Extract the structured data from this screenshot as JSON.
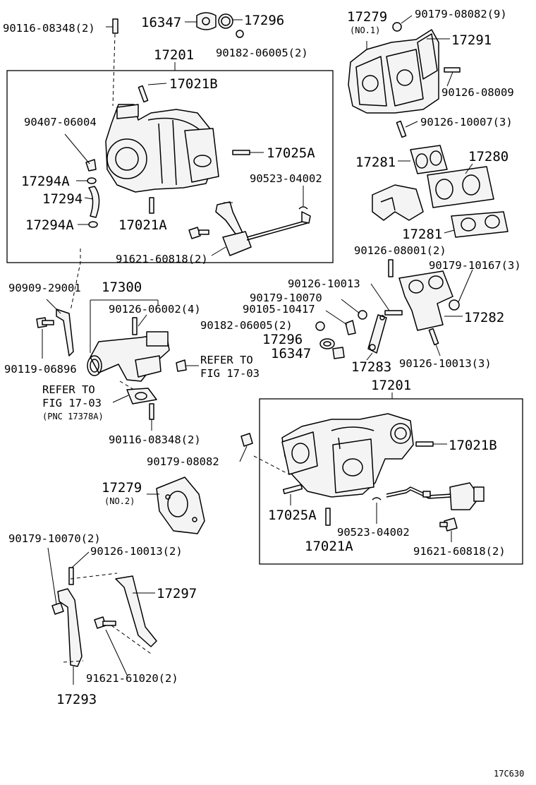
{
  "figure_code": "17C630",
  "groups": {
    "box_top": "17201",
    "box_bottom": "17201",
    "elbow": "17300"
  },
  "labels": {
    "p_90116_08348_top": "90116-08348(2)",
    "p_16347_top": "16347",
    "p_17296_top": "17296",
    "p_90182_06005_top": "90182-06005(2)",
    "p_17279_no1": "17279",
    "p_17279_no1_note": "(NO.1)",
    "p_90179_08082_9": "90179-08082(9)",
    "p_17291": "17291",
    "p_90126_08009": "90126-08009",
    "p_90126_10007_3": "90126-10007(3)",
    "p_17021b_top": "17021B",
    "p_90407_06004": "90407-06004",
    "p_17025a_top": "17025A",
    "p_90523_04002_top": "90523-04002",
    "p_17294a_1": "17294A",
    "p_17294": "17294",
    "p_17294a_2": "17294A",
    "p_17021a_top": "17021A",
    "p_91621_60818_top": "91621-60818(2)",
    "p_17281_a": "17281",
    "p_17280": "17280",
    "p_17281_b": "17281",
    "p_90126_08001_2": "90126-08001(2)",
    "p_90179_10167_3": "90179-10167(3)",
    "p_90909_29001": "90909-29001",
    "p_90126_06002_4": "90126-06002(4)",
    "p_90126_10013": "90126-10013",
    "p_90179_10070": "90179-10070",
    "p_90105_10417": "90105-10417",
    "p_17282": "17282",
    "p_90182_06005_mid": "90182-06005(2)",
    "p_17296_mid": "17296",
    "p_16347_mid": "16347",
    "p_17283": "17283",
    "p_90126_10013_3": "90126-10013(3)",
    "p_90119_06896": "90119-06896",
    "refer_right_1": "REFER TO",
    "refer_right_2": "FIG 17-03",
    "refer_left_1": "REFER TO",
    "refer_left_2": "FIG 17-03",
    "refer_left_3": "(PNC 17378A)",
    "p_90116_08348_mid": "90116-08348(2)",
    "p_90179_08082": "90179-08082",
    "p_17021b_bottom": "17021B",
    "p_17279_no2": "17279",
    "p_17279_no2_note": "(NO.2)",
    "p_17025a_bottom": "17025A",
    "p_90523_04002_bottom": "90523-04002",
    "p_17021a_bottom": "17021A",
    "p_91621_60818_bottom": "91621-60818(2)",
    "p_90179_10070_2": "90179-10070(2)",
    "p_90126_10013_2": "90126-10013(2)",
    "p_17297": "17297",
    "p_91621_61020_2": "91621-61020(2)",
    "p_17293": "17293"
  }
}
